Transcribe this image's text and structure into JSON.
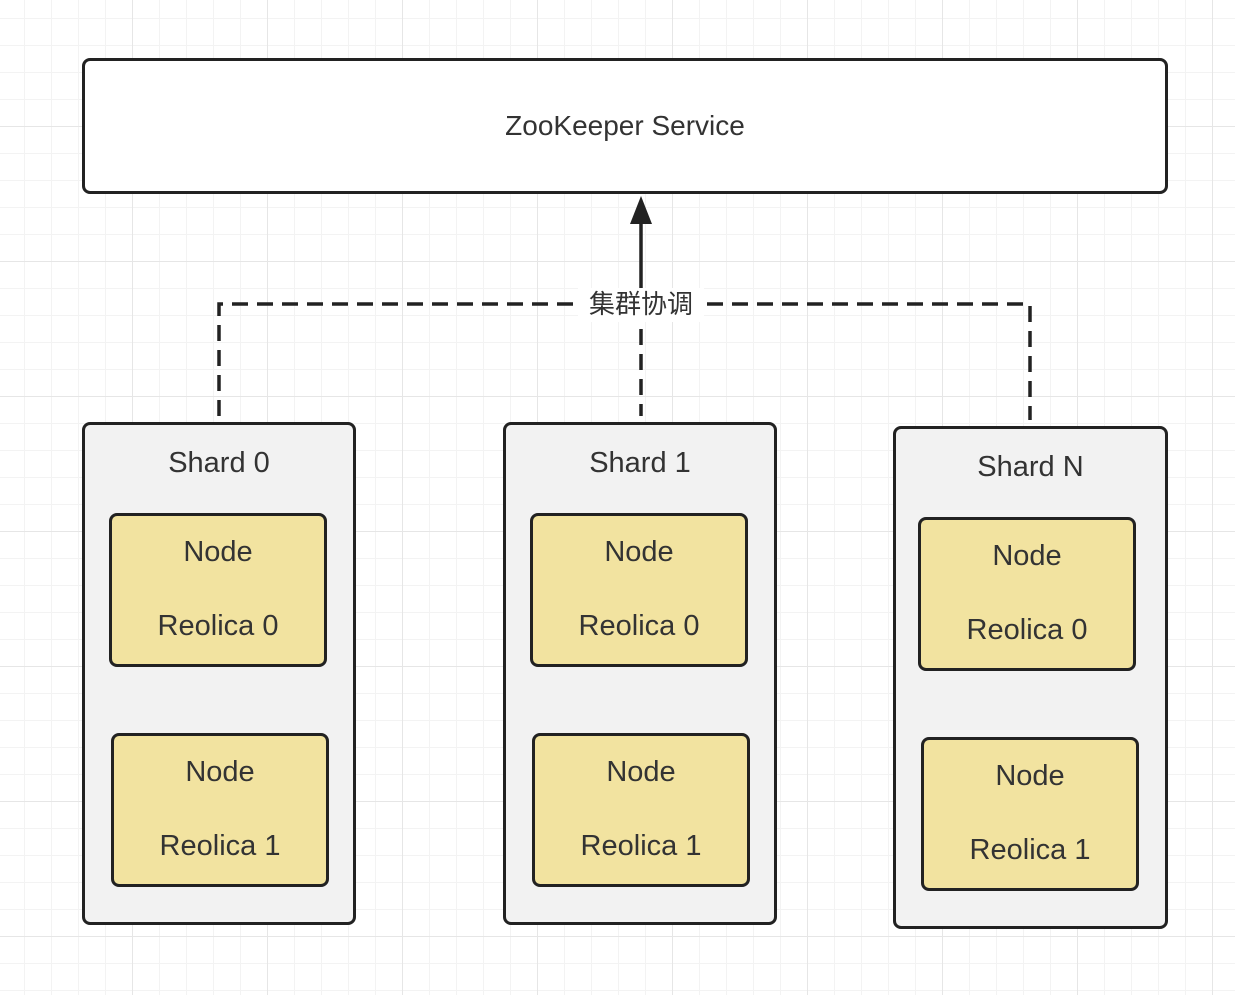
{
  "service": {
    "label": "ZooKeeper Service"
  },
  "connector": {
    "label": "集群协调"
  },
  "shards": [
    {
      "title": "Shard 0",
      "nodes": [
        {
          "line1": "Node",
          "line2": "Reolica 0"
        },
        {
          "line1": "Node",
          "line2": "Reolica 1"
        }
      ]
    },
    {
      "title": "Shard 1",
      "nodes": [
        {
          "line1": "Node",
          "line2": "Reolica 0"
        },
        {
          "line1": "Node",
          "line2": "Reolica 1"
        }
      ]
    },
    {
      "title": "Shard N",
      "nodes": [
        {
          "line1": "Node",
          "line2": "Reolica 0"
        },
        {
          "line1": "Node",
          "line2": "Reolica 1"
        }
      ]
    }
  ],
  "colors": {
    "shard_fill": "#f2f2f2",
    "node_fill": "#f2e3a0",
    "stroke": "#222222",
    "canvas": "#ffffff"
  }
}
